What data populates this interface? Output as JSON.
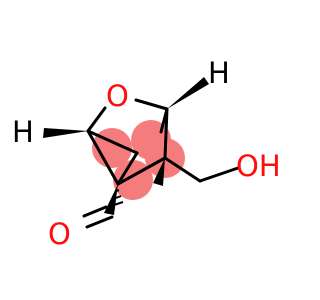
{
  "atoms": {
    "ring_oxygen": "O",
    "hydroxyl": "OH",
    "carbonyl_oxygen": "O",
    "bridgehead_h_left": "H",
    "bridgehead_h_right": "H"
  },
  "colors": {
    "bond": "#000000",
    "oxygen": "#ff0d0d",
    "carbon": "#000000",
    "hydrogen": "#000000",
    "ring_highlight": "#f47c7c",
    "background": "#ffffff"
  }
}
